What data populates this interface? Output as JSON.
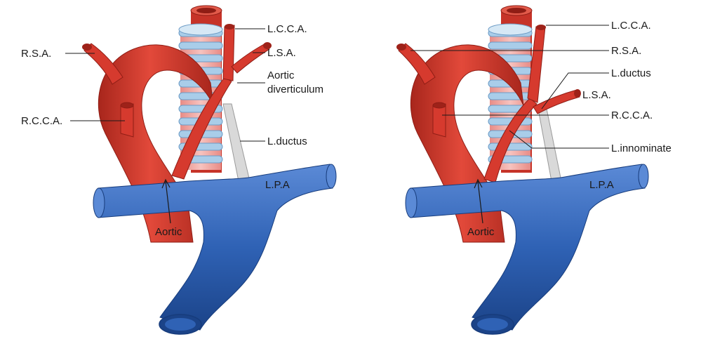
{
  "colors": {
    "artery": "#d63a2e",
    "artery_dark": "#9e2219",
    "artery_light": "#ee6a55",
    "vein": "#2f62b5",
    "vein_dark": "#173c7c",
    "vein_light": "#5b8ad6",
    "trachea_ring": "#a9cde9",
    "trachea_gap": "#f2a8a5",
    "ductus": "#d9d9d9",
    "ink": "#1a1a1a"
  },
  "left_panel": {
    "labels": {
      "rsa": "R.S.A.",
      "lcca": "L.C.C.A.",
      "lsa": "L.S.A.",
      "diverticulum_1": "Aortic",
      "diverticulum_2": "diverticulum",
      "rcca": "R.C.C.A.",
      "ductus": "L.ductus",
      "lpa": "L.P.A",
      "aortic": "Aortic"
    }
  },
  "right_panel": {
    "labels": {
      "lcca": "L.C.C.A.",
      "rsa": "R.S.A.",
      "ductus": "L.ductus",
      "lsa": "L.S.A.",
      "rcca": "R.C.C.A.",
      "innominate": "L.innominate",
      "lpa": "L.P.A",
      "aortic": "Aortic"
    }
  }
}
